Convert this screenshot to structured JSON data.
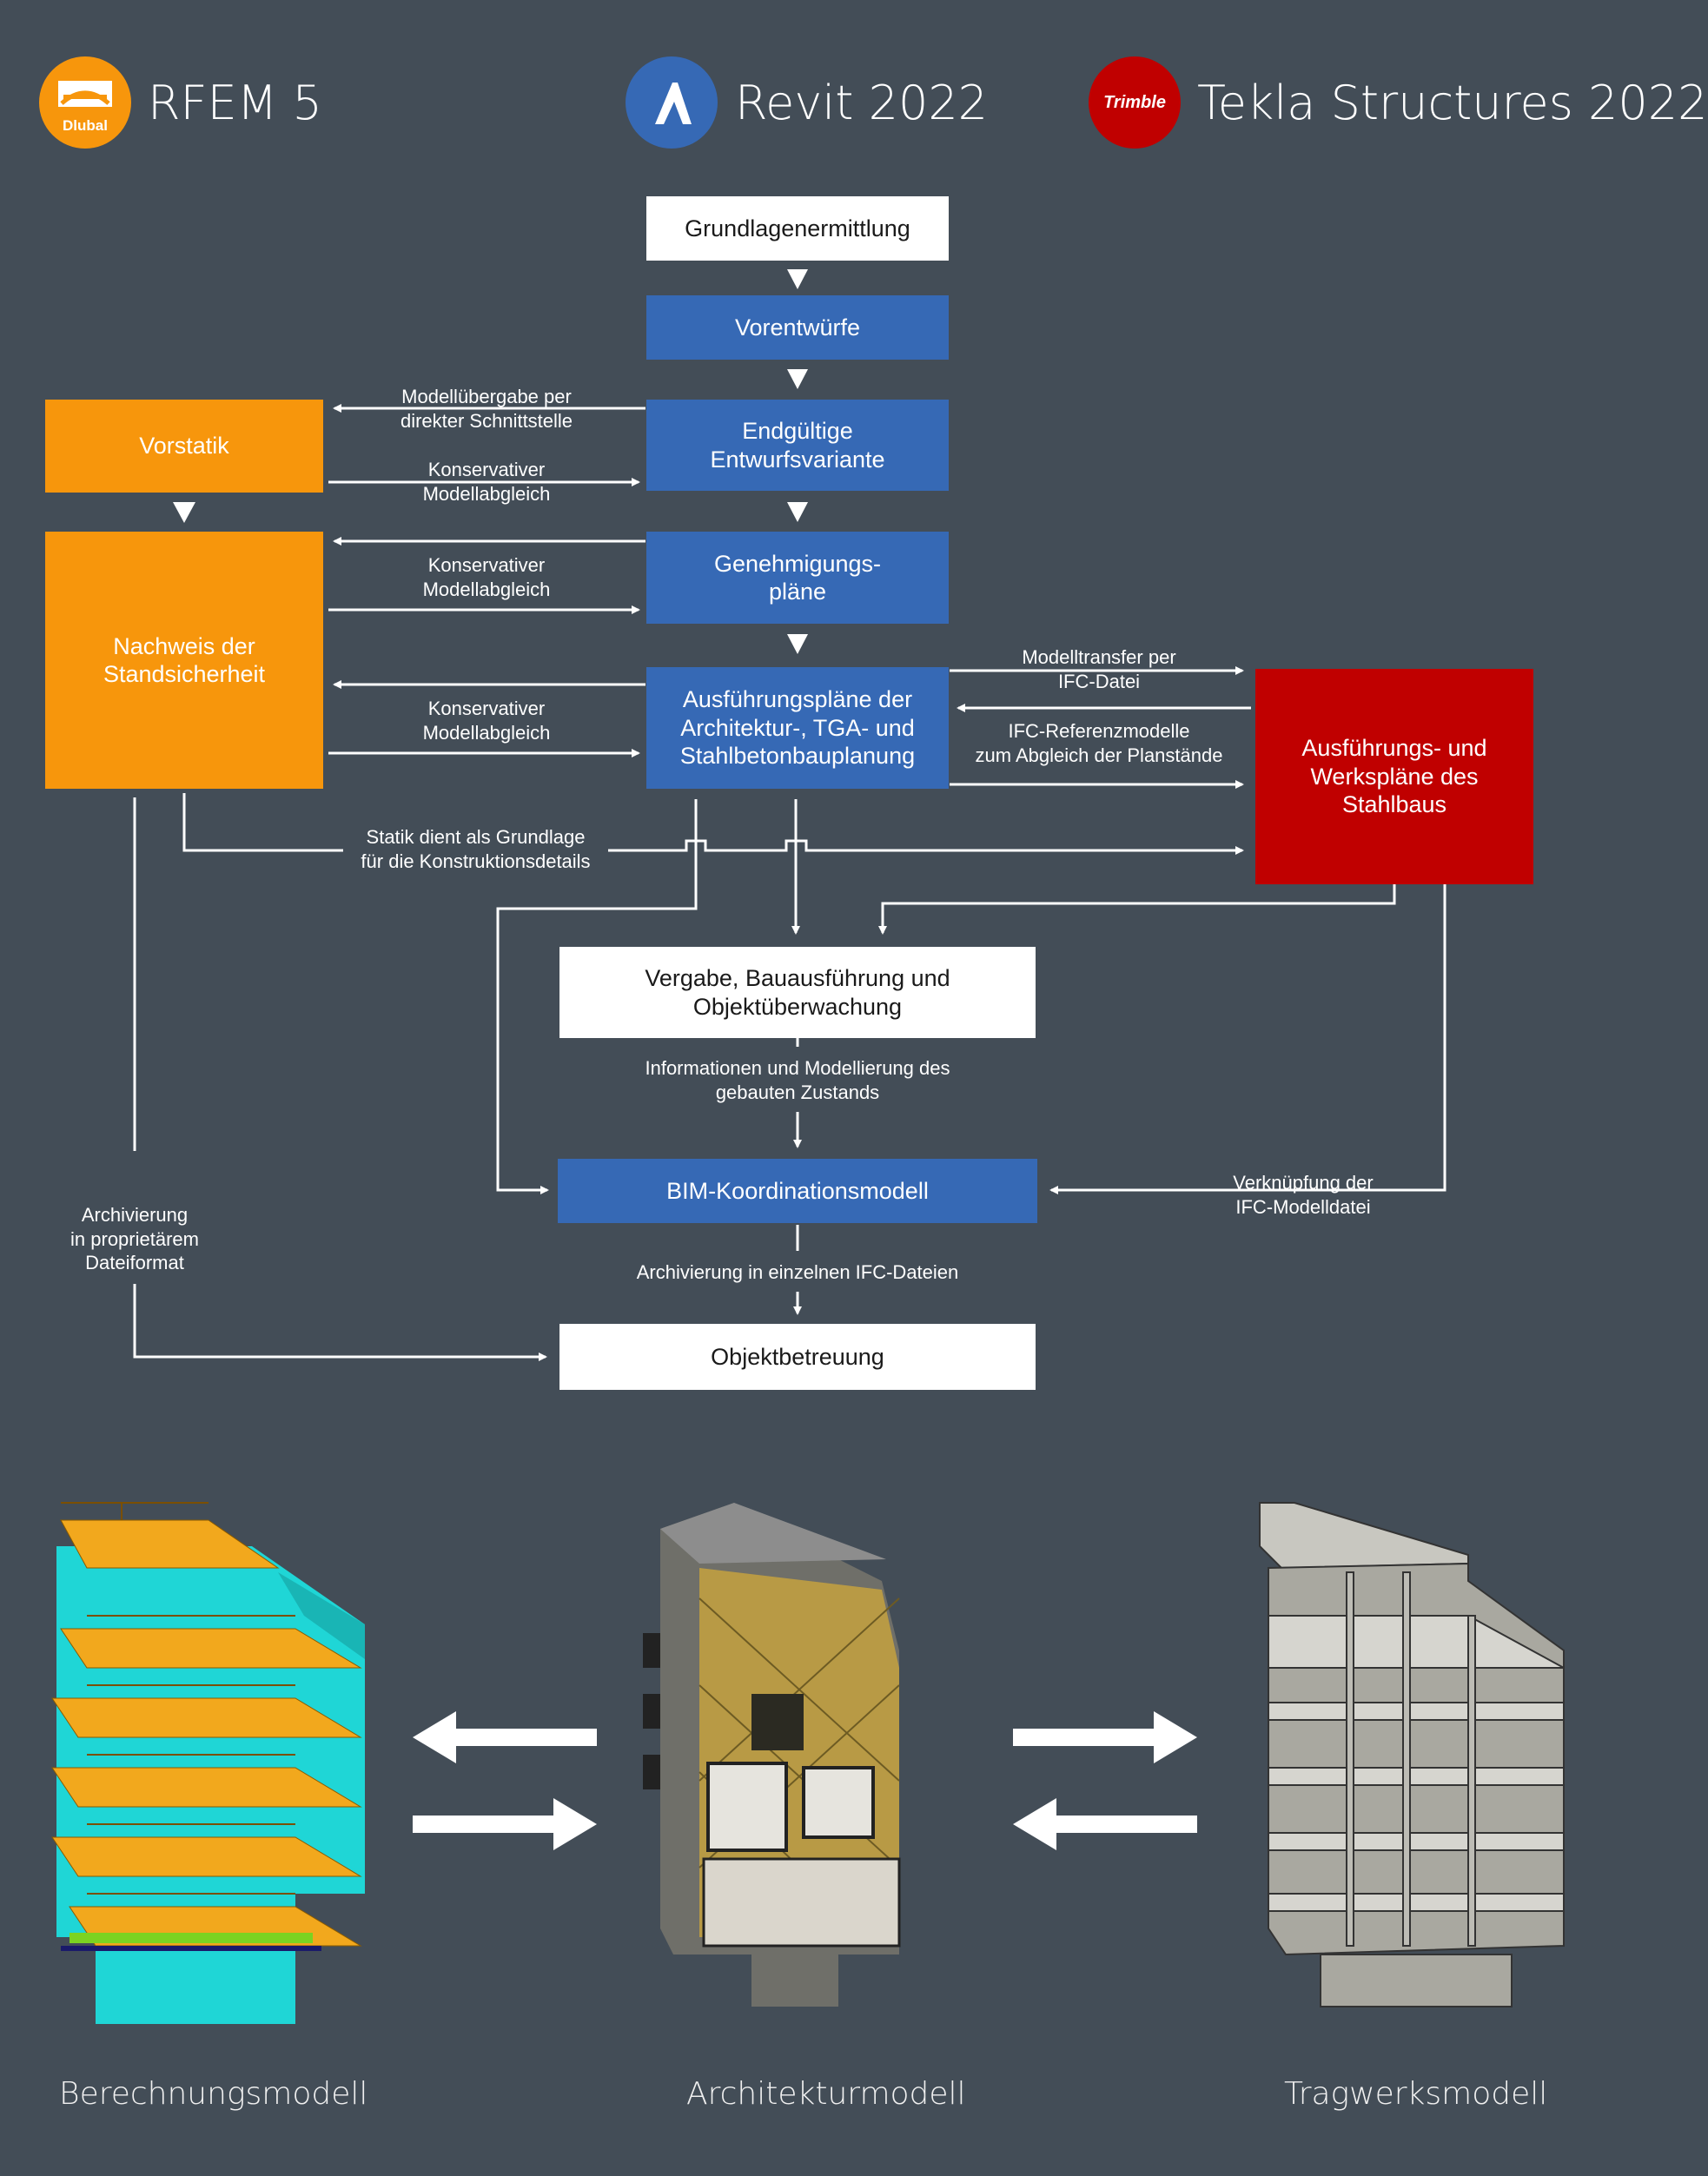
{
  "header": {
    "rfem": {
      "logo_text": "Dlubal",
      "title": "RFEM 5"
    },
    "revit": {
      "title": "Revit 2022"
    },
    "tekla": {
      "logo_text": "Trimble",
      "title": "Tekla Structures 2022"
    }
  },
  "boxes": {
    "grundlagen": "Grundlagenermittlung",
    "vorentwuerfe": "Vorentwürfe",
    "endgueltige": "Endgültige\nEntwurfsvariante",
    "genehmigung": "Genehmigungs-\npläne",
    "ausfuehrung_arch": "Ausführungspläne der\nArchitektur-, TGA- und\nStahlbetonbauplanung",
    "vorstatik": "Vorstatik",
    "nachweis": "Nachweis der\nStandsicherheit",
    "stahlbau": "Ausführungs- und\nWerkspläne des\nStahlbaus",
    "vergabe": "Vergabe, Bauausführung und\nObjektüberwachung",
    "bim": "BIM-Koordinationsmodell",
    "objektbetreuung": "Objektbetreuung"
  },
  "labels": {
    "modelluebergabe": "Modellübergabe per\ndirekter Schnittstelle",
    "konservativ1": "Konservativer\nModellabgleich",
    "konservativ2": "Konservativer\nModellabgleich",
    "konservativ3": "Konservativer\nModellabgleich",
    "modelltransfer": "Modelltransfer per\nIFC-Datei",
    "ifc_referenz": "IFC-Referenzmodelle\nzum Abgleich der Planstände",
    "statik_grundlage": "Statik dient als Grundlage\nfür die Konstruktionsdetails",
    "informationen": "Informationen und Modellierung des\ngebauten Zustands",
    "verknuepfung": "Verknüpfung der\nIFC-Modelldatei",
    "archivierung_prop": "Archivierung\nin proprietärem\nDateiformat",
    "archivierung_ifc": "Archivierung in einzelnen IFC-Dateien"
  },
  "bottom": {
    "calc_model": "Berechnungsmodell",
    "arch_model": "Architekturmodell",
    "struct_model": "Tragwerksmodell"
  },
  "colors": {
    "background": "#434d57",
    "blue": "#3669b5",
    "orange": "#f7960c",
    "red": "#c00000",
    "dlubal_logo": "#f7960c",
    "revit_logo": "#3669b5",
    "trimble_logo": "#c00000"
  }
}
